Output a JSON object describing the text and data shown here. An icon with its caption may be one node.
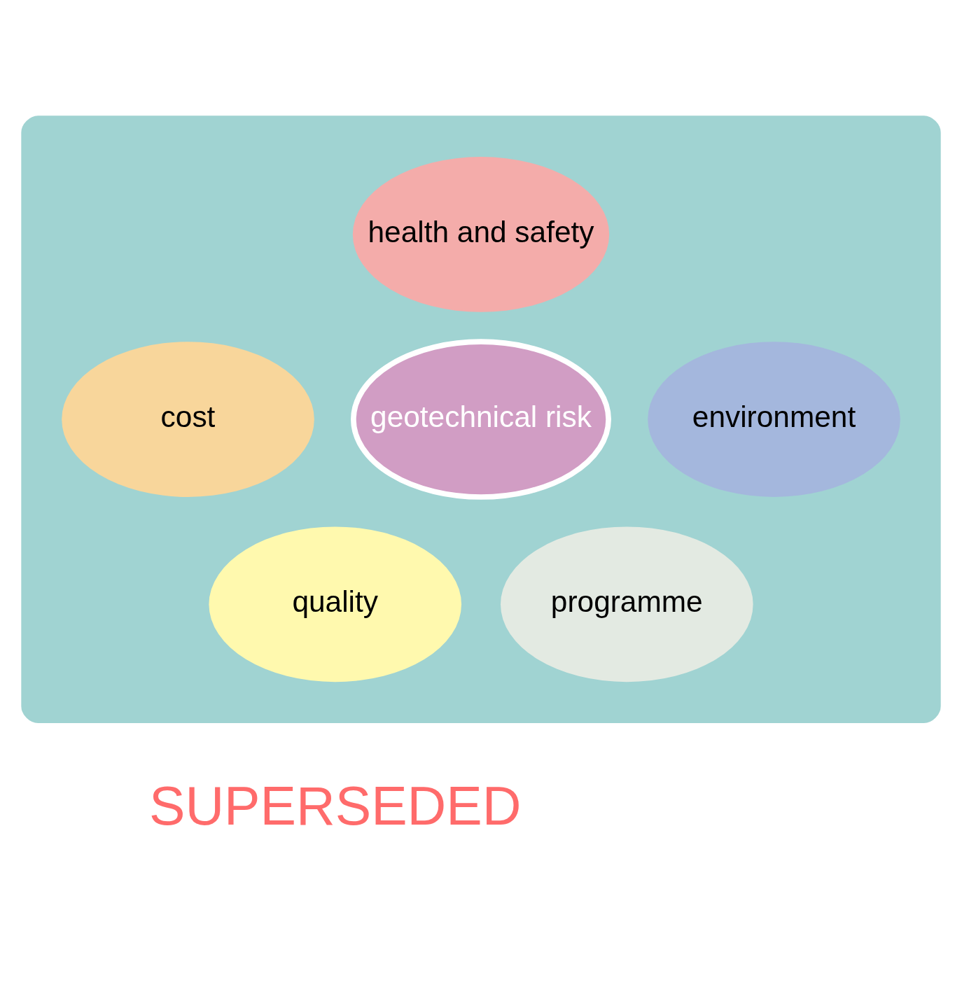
{
  "diagram": {
    "nodes": [
      {
        "text": [],
        "shape": "ellipse"
      },
      {
        "text": [
          "health and safety"
        ],
        "in": 0
      },
      {
        "text": [
          "cost"
        ],
        "in": 0
      },
      {
        "text": [
          "geotechnical risk"
        ],
        "in": 0
      },
      {
        "text": [
          "environment"
        ],
        "in": 0
      },
      {
        "text": [
          "quality"
        ],
        "in": 0
      },
      {
        "text": [
          "programme"
        ],
        "in": 0
      }
    ],
    "edges": [],
    "labels": [
      "SUPERSEDED"
    ]
  }
}
